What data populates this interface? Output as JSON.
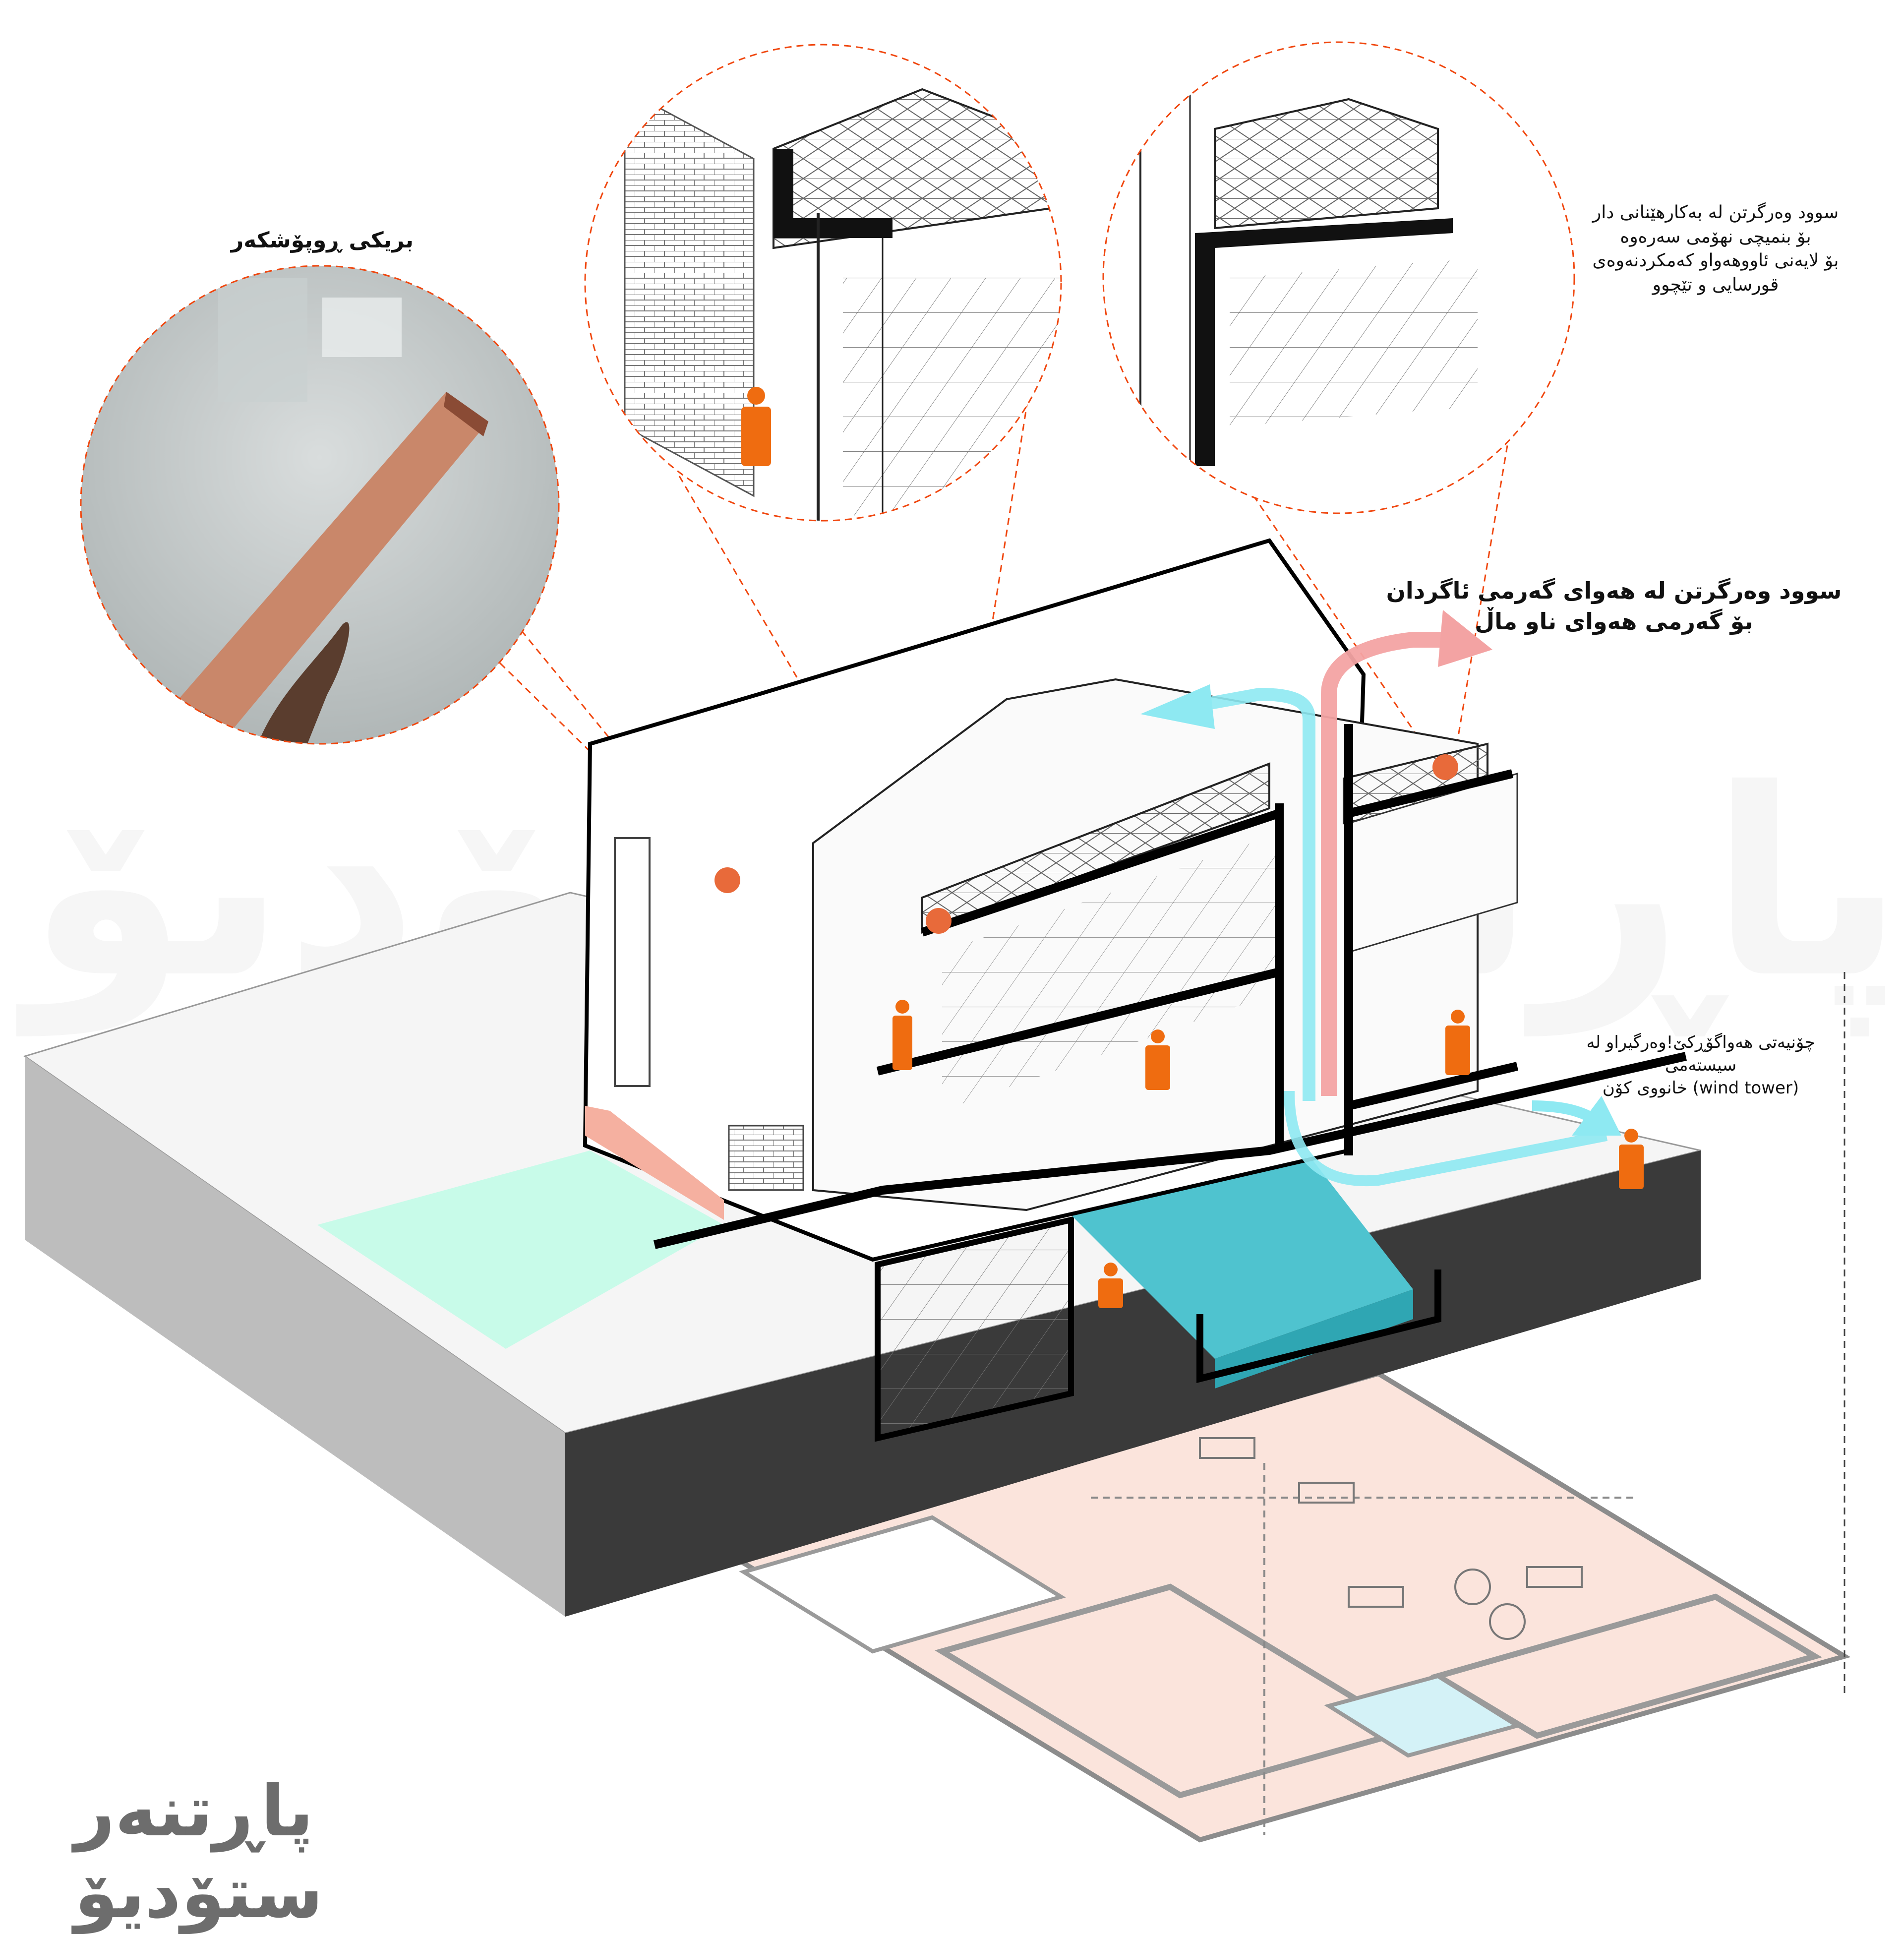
{
  "watermark": "پاڕتنەر ستۆدیۆ",
  "callouts": {
    "brick": {
      "lines": [
        "بریکی ڕوپۆشکەر"
      ]
    },
    "wood": {
      "lines": [
        "سوود وەرگرتن لە بەکارهێنانی دار",
        "بۆ بنمیچی نهۆمی سەرەوە",
        "بۆ لایەنی ئاووهەواو کەمکردنەوەی",
        "قورسایی و تێچوو"
      ]
    },
    "heat": {
      "lines": [
        "سوود وەرگرتن لە هەوای گەرمی ئاگردان",
        "بۆ گەرمی هەوای ناو ماڵ"
      ]
    },
    "wind": {
      "lines": [
        "چۆنیەتی هەواگۆڕکێ!وەرگیراو لە",
        "سیستەمی",
        "(wind tower) خانووی کۆن"
      ]
    }
  },
  "brand": {
    "name": "پاڕتنەر ستۆدیۆ"
  },
  "colors": {
    "accent": "#f0470f",
    "person": "#ef6c10",
    "pool": "#4fc3cf",
    "lawn": "#c8fbe9",
    "floorplan": "#fbe4dc",
    "ground": "#3a3a3a",
    "cool_air": "#8ee9f2",
    "warm_air": "#f3a3a3"
  },
  "icons": [
    "magnify-circle-icon",
    "person-icon",
    "cool-air-arrow-icon",
    "warm-air-arrow-icon"
  ]
}
